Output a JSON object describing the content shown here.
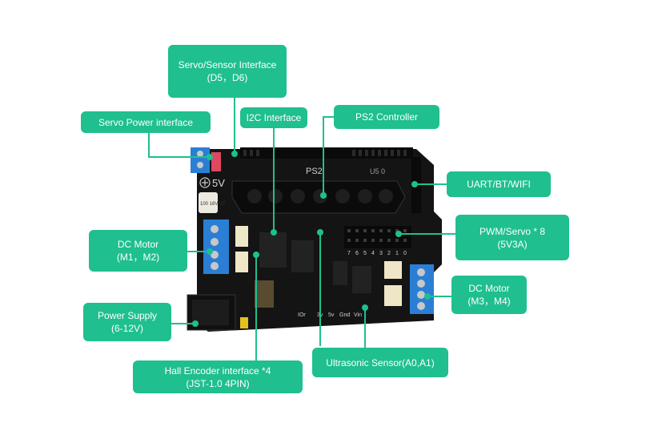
{
  "labels": {
    "servo_sensor_interface": {
      "line1": "Servo/Sensor Interface",
      "line2": "(D5，D6)"
    },
    "servo_power_interface": {
      "line1": "Servo Power interface"
    },
    "i2c_interface": {
      "line1": "I2C Interface"
    },
    "ps2_controller": {
      "line1": "PS2 Controller"
    },
    "uart_bt_wifi": {
      "line1": "UART/BT/WIFI"
    },
    "dc_motor_m1_m2": {
      "line1": "DC Motor",
      "line2": "(M1，M2)"
    },
    "pwm_servo": {
      "line1": "PWM/Servo * 8",
      "line2": "(5V3A)"
    },
    "dc_motor_m3_m4": {
      "line1": "DC Motor",
      "line2": "(M3，M4)"
    },
    "power_supply": {
      "line1": "Power Supply",
      "line2": "(6-12V)"
    },
    "ultrasonic_sensor": {
      "line1": "Ultrasonic Sensor(A0,A1)"
    },
    "hall_encoder": {
      "line1": "Hall Encoder interface *4",
      "line2": "(JST-1.0 4PIN)"
    }
  },
  "board": {
    "silkscreen_5v": "5V",
    "silkscreen_ps2": "PS2",
    "silkscreen_u5": "U5 0",
    "cap_text": "100 16V VT",
    "pin_numbers": [
      "7",
      "6",
      "5",
      "4",
      "3",
      "2",
      "1",
      "0"
    ],
    "bottom_pins": [
      "IOr",
      "3v",
      "5v",
      "Gnd",
      "Vin"
    ]
  },
  "colors": {
    "callout": "#1fbf8f",
    "board": "#151515",
    "terminal": "#2a7fd4",
    "connector_cream": "#efe6c8"
  }
}
